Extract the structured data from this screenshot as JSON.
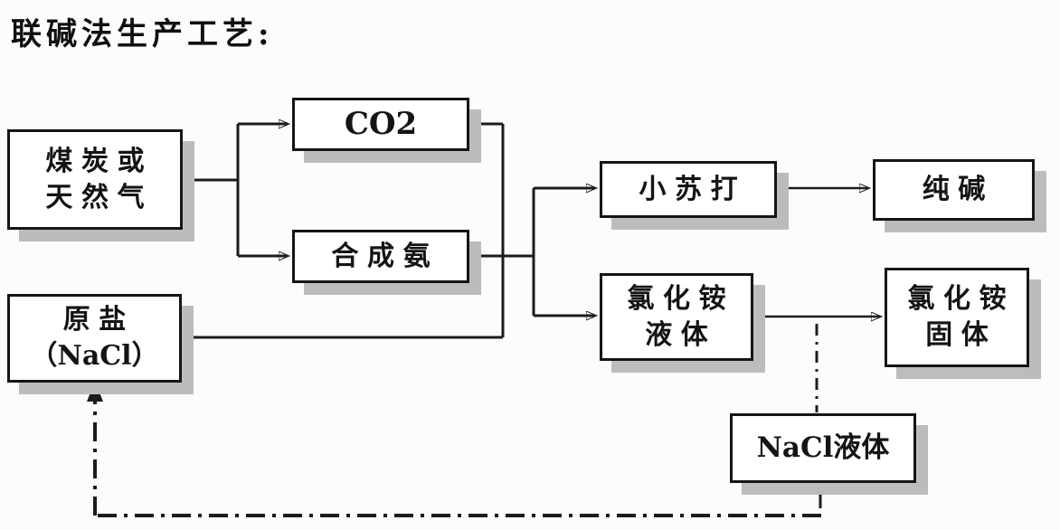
{
  "title": "联碱法生产工艺:",
  "colors": {
    "background": "#fcfcfc",
    "box_border": "#151515",
    "box_fill": "#ffffff",
    "box_shadow": "#bcbcbc",
    "line": "#1c1c1c",
    "text": "#141414"
  },
  "nodes": {
    "coal": {
      "lines": [
        "煤炭或",
        "天然气"
      ]
    },
    "co2": {
      "lines": [
        "CO2"
      ]
    },
    "ammonia": {
      "lines": [
        "合成氨"
      ]
    },
    "salt": {
      "lines": [
        "原盐",
        "（NaCl）"
      ]
    },
    "baking_soda": {
      "lines": [
        "小苏打"
      ]
    },
    "soda_ash": {
      "lines": [
        "纯碱"
      ]
    },
    "nh4cl_liquid": {
      "lines": [
        "氯化铵",
        "液体"
      ]
    },
    "nh4cl_solid": {
      "lines": [
        "氯化铵",
        "固体"
      ]
    },
    "nacl_liquid": {
      "lines": [
        "NaCl液体"
      ]
    }
  },
  "edges": [
    {
      "from": "煤炭或天然气",
      "to": "CO2",
      "style": "solid-arrow"
    },
    {
      "from": "煤炭或天然气",
      "to": "合成氨",
      "style": "solid-arrow"
    },
    {
      "from": "CO2",
      "to": "反应汇合点",
      "style": "solid"
    },
    {
      "from": "合成氨",
      "to": "反应汇合点",
      "style": "solid"
    },
    {
      "from": "原盐（NaCl）",
      "to": "反应汇合点",
      "style": "solid"
    },
    {
      "from": "反应汇合点",
      "to": "小苏打",
      "style": "solid-arrow"
    },
    {
      "from": "反应汇合点",
      "to": "氯化铵液体",
      "style": "solid-arrow"
    },
    {
      "from": "小苏打",
      "to": "纯碱",
      "style": "solid-arrow"
    },
    {
      "from": "氯化铵液体",
      "to": "氯化铵固体",
      "style": "solid-arrow"
    },
    {
      "from": "氯化铵液体",
      "to": "NaCl液体",
      "style": "dash-dot"
    },
    {
      "from": "NaCl液体",
      "to": "原盐（NaCl）",
      "style": "dash-dot-arrow"
    }
  ]
}
